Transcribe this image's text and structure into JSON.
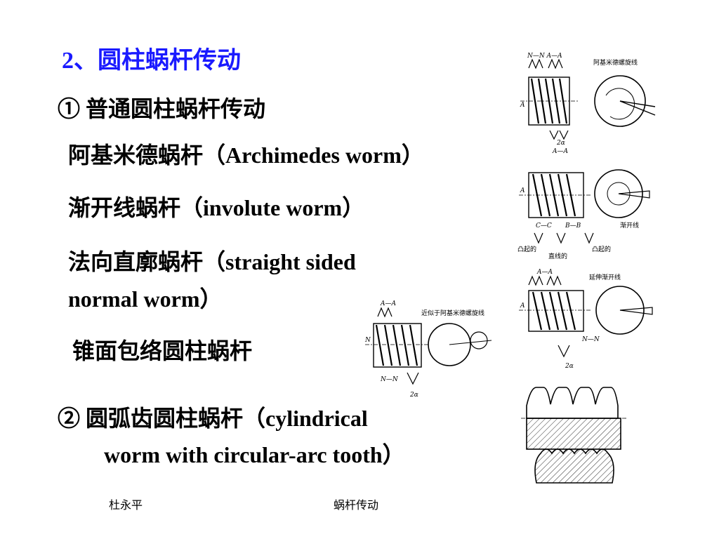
{
  "slide": {
    "title": "2、圆柱蜗杆传动",
    "line1": "① 普通圆柱蜗杆传动",
    "line2": "阿基米德蜗杆（Archimedes worm）",
    "line3": "渐开线蜗杆（involute worm）",
    "line4a": "法向直廓蜗杆（straight sided",
    "line4b": "normal worm）",
    "line5": "锥面包络圆柱蜗杆",
    "line6a": "② 圆弧齿圆柱蜗杆（cylindrical",
    "line6b": "worm with circular-arc tooth）"
  },
  "footer": {
    "author": "杜永平",
    "topic": "蜗杆传动"
  },
  "figures": {
    "archimedes": {
      "caption": "阿基米德螺旋线",
      "sect_top": "N—N  A—A",
      "sect_bottom": "A—A",
      "angle": "2α",
      "axis": "A"
    },
    "involute": {
      "caption": "渐开线",
      "convex1": "凸起的",
      "convex2": "凸起的",
      "straight": "直线的",
      "sect1": "C—C",
      "sect2": "B—B",
      "axis": "A"
    },
    "normal": {
      "caption": "延伸渐开线",
      "sect_top": "A—A",
      "sect_bottom": "N—N",
      "angle": "2α",
      "axis": "A"
    },
    "cone": {
      "caption": "近似于阿基米德螺旋线",
      "sect_top": "A—A",
      "sect_bottom": "N—N",
      "angle": "2α",
      "axis": "N"
    }
  }
}
